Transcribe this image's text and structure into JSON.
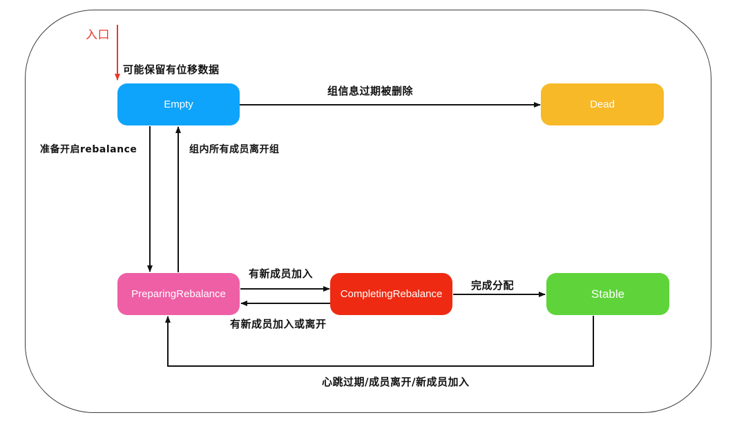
{
  "diagram": {
    "entry_label": "入口",
    "colors": {
      "empty": "#0ea4fb",
      "dead": "#f7b928",
      "preparing": "#ee5fa6",
      "completing": "#ee2a12",
      "stable": "#5fd43a",
      "entry_arrow": "#e8392b",
      "edge": "#111111"
    },
    "states": {
      "empty": "Empty",
      "dead": "Dead",
      "preparing": "PreparingRebalance",
      "completing": "CompletingRebalance",
      "stable": "Stable"
    },
    "transitions": {
      "entry_note": "可能保留有位移数据",
      "empty_to_dead": "组信息过期被删除",
      "empty_to_preparing": "准备开启rebalance",
      "preparing_to_empty": "组内所有成员离开组",
      "preparing_to_completing": "有新成员加入",
      "completing_to_preparing": "有新成员加入或离开",
      "completing_to_stable": "完成分配",
      "stable_to_preparing": "心跳过期/成员离开/新成员加入"
    }
  }
}
